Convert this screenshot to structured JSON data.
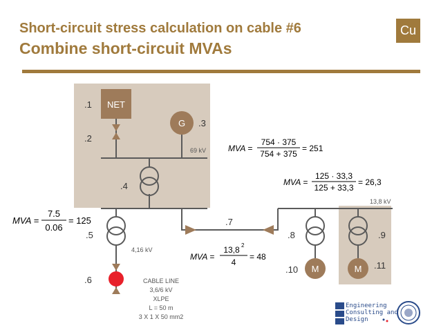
{
  "header": {
    "title_line1": "Short-circuit stress calculation on cable #6",
    "title_line2": "Combine short-circuit MVAs",
    "badge": "Cu"
  },
  "nodes": {
    "n1": ".1",
    "n2": ".2",
    "n3": ".3",
    "n4": ".4",
    "n5": ".5",
    "n6": ".6",
    "n7": ".7",
    "n8": ".8",
    "n9": ".9",
    "n10": ".10",
    "n11": ".11",
    "net": "NET",
    "generator": "G",
    "motor_10": "M",
    "motor_11": "M"
  },
  "voltages": {
    "v69": "69 kV",
    "v416": "4,16 kV",
    "v138": "13,8 kV"
  },
  "cable": {
    "line1": "CABLE LINE",
    "line2": "3,6/6 kV",
    "line3": "XLPE",
    "line4": "L = 50 m",
    "line5": "3 X 1 X 50 mm2"
  },
  "equations": {
    "eq_251": {
      "lhs": "MVA =",
      "num": "754 · 375",
      "den": "754 + 375",
      "result": "= 251"
    },
    "eq_263": {
      "lhs": "MVA =",
      "num": "125 · 33,3",
      "den": "125 + 33,3",
      "result": "= 26,3"
    },
    "eq_125": {
      "lhs": "MVA =",
      "num": "7.5",
      "den": "0.06",
      "result": "= 125"
    },
    "eq_48": {
      "lhs": "MVA =",
      "num": "13,8",
      "num_sup": "2",
      "den": "4",
      "result": "= 48"
    }
  },
  "logo": {
    "line1": "Engineering",
    "line2": "Consulting and",
    "line3": "Design"
  },
  "colors": {
    "accent": "#a07a3c",
    "panel": "#d7cbbd",
    "line": "#5a5a5a",
    "breaker": "#e8202a",
    "motor": "#9e7b5a",
    "logo_blue": "#2a4b8a"
  }
}
